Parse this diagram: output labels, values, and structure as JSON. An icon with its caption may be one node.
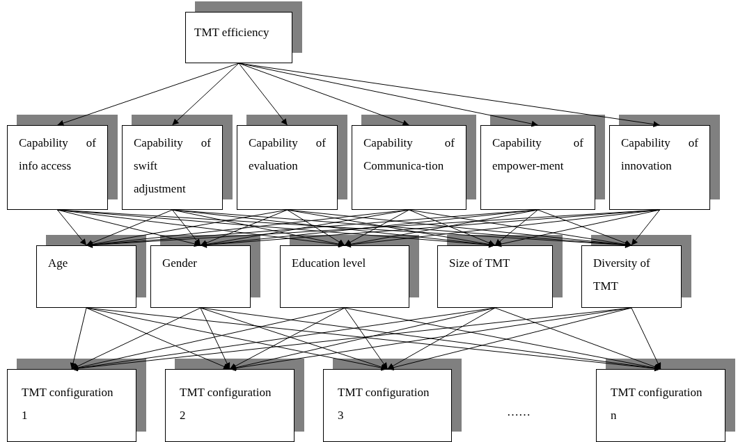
{
  "diagram": {
    "nodes": [
      {
        "text": [
          "TMT efficiency"
        ]
      },
      {
        "text": [
          "Capability of info access"
        ]
      },
      {
        "text": [
          "Capability of swift adjustment"
        ]
      },
      {
        "text": [
          "Capability of evaluation"
        ]
      },
      {
        "text": [
          "Capability of Communica-tion"
        ]
      },
      {
        "text": [
          "Capability of empower-ment"
        ]
      },
      {
        "text": [
          "Capability of innovation"
        ]
      },
      {
        "text": [
          "Age"
        ]
      },
      {
        "text": [
          "Gender"
        ]
      },
      {
        "text": [
          "Education level"
        ]
      },
      {
        "text": [
          "Size of TMT"
        ]
      },
      {
        "text": [
          "Diversity of TMT"
        ]
      },
      {
        "text": [
          "TMT configuration 1"
        ]
      },
      {
        "text": [
          "TMT configuration 2"
        ]
      },
      {
        "text": [
          "TMT configuration 3"
        ]
      },
      {
        "text": [
          "TMT configuration n"
        ]
      }
    ],
    "edges": [
      {
        "from": 0,
        "to": 1,
        "arrow": "to"
      },
      {
        "from": 0,
        "to": 2,
        "arrow": "to"
      },
      {
        "from": 0,
        "to": 3,
        "arrow": "to"
      },
      {
        "from": 0,
        "to": 4,
        "arrow": "to"
      },
      {
        "from": 0,
        "to": 5,
        "arrow": "to"
      },
      {
        "from": 0,
        "to": 6,
        "arrow": "to"
      },
      {
        "from": 1,
        "to": 7,
        "arrow": "to"
      },
      {
        "from": 1,
        "to": 8,
        "arrow": "to"
      },
      {
        "from": 1,
        "to": 9,
        "arrow": "to"
      },
      {
        "from": 1,
        "to": 10,
        "arrow": "to"
      },
      {
        "from": 1,
        "to": 11,
        "arrow": "to"
      },
      {
        "from": 2,
        "to": 7,
        "arrow": "to"
      },
      {
        "from": 2,
        "to": 8,
        "arrow": "to"
      },
      {
        "from": 2,
        "to": 9,
        "arrow": "to"
      },
      {
        "from": 2,
        "to": 10,
        "arrow": "to"
      },
      {
        "from": 2,
        "to": 11,
        "arrow": "to"
      },
      {
        "from": 3,
        "to": 7,
        "arrow": "to"
      },
      {
        "from": 3,
        "to": 8,
        "arrow": "to"
      },
      {
        "from": 3,
        "to": 9,
        "arrow": "to"
      },
      {
        "from": 3,
        "to": 10,
        "arrow": "to"
      },
      {
        "from": 3,
        "to": 11,
        "arrow": "to"
      },
      {
        "from": 4,
        "to": 7,
        "arrow": "to"
      },
      {
        "from": 4,
        "to": 8,
        "arrow": "to"
      },
      {
        "from": 4,
        "to": 9,
        "arrow": "to"
      },
      {
        "from": 4,
        "to": 10,
        "arrow": "to"
      },
      {
        "from": 4,
        "to": 11,
        "arrow": "to"
      },
      {
        "from": 5,
        "to": 7,
        "arrow": "to"
      },
      {
        "from": 5,
        "to": 8,
        "arrow": "to"
      },
      {
        "from": 5,
        "to": 9,
        "arrow": "to"
      },
      {
        "from": 5,
        "to": 10,
        "arrow": "to"
      },
      {
        "from": 5,
        "to": 11,
        "arrow": "to"
      },
      {
        "from": 6,
        "to": 7,
        "arrow": "to"
      },
      {
        "from": 6,
        "to": 8,
        "arrow": "to"
      },
      {
        "from": 6,
        "to": 9,
        "arrow": "to"
      },
      {
        "from": 6,
        "to": 10,
        "arrow": "to"
      },
      {
        "from": 6,
        "to": 11,
        "arrow": "to"
      },
      {
        "from": 7,
        "to": 12,
        "arrow": "to"
      },
      {
        "from": 7,
        "to": 13,
        "arrow": "to"
      },
      {
        "from": 7,
        "to": 14,
        "arrow": "to"
      },
      {
        "from": 7,
        "to": 15,
        "arrow": "to"
      },
      {
        "from": 8,
        "to": 12,
        "arrow": "to"
      },
      {
        "from": 8,
        "to": 13,
        "arrow": "to"
      },
      {
        "from": 8,
        "to": 14,
        "arrow": "to"
      },
      {
        "from": 8,
        "to": 15,
        "arrow": "to"
      },
      {
        "from": 9,
        "to": 12,
        "arrow": "to"
      },
      {
        "from": 9,
        "to": 13,
        "arrow": "to"
      },
      {
        "from": 9,
        "to": 14,
        "arrow": "to"
      },
      {
        "from": 9,
        "to": 15,
        "arrow": "to"
      },
      {
        "from": 10,
        "to": 12,
        "arrow": "to"
      },
      {
        "from": 10,
        "to": 13,
        "arrow": "to"
      },
      {
        "from": 10,
        "to": 14,
        "arrow": "to"
      },
      {
        "from": 10,
        "to": 15,
        "arrow": "to"
      },
      {
        "from": 11,
        "to": 12,
        "arrow": "to"
      },
      {
        "from": 11,
        "to": 13,
        "arrow": "to"
      },
      {
        "from": 11,
        "to": 14,
        "arrow": "to"
      },
      {
        "from": 11,
        "to": 15,
        "arrow": "to"
      }
    ],
    "labels": [
      "……"
    ]
  }
}
